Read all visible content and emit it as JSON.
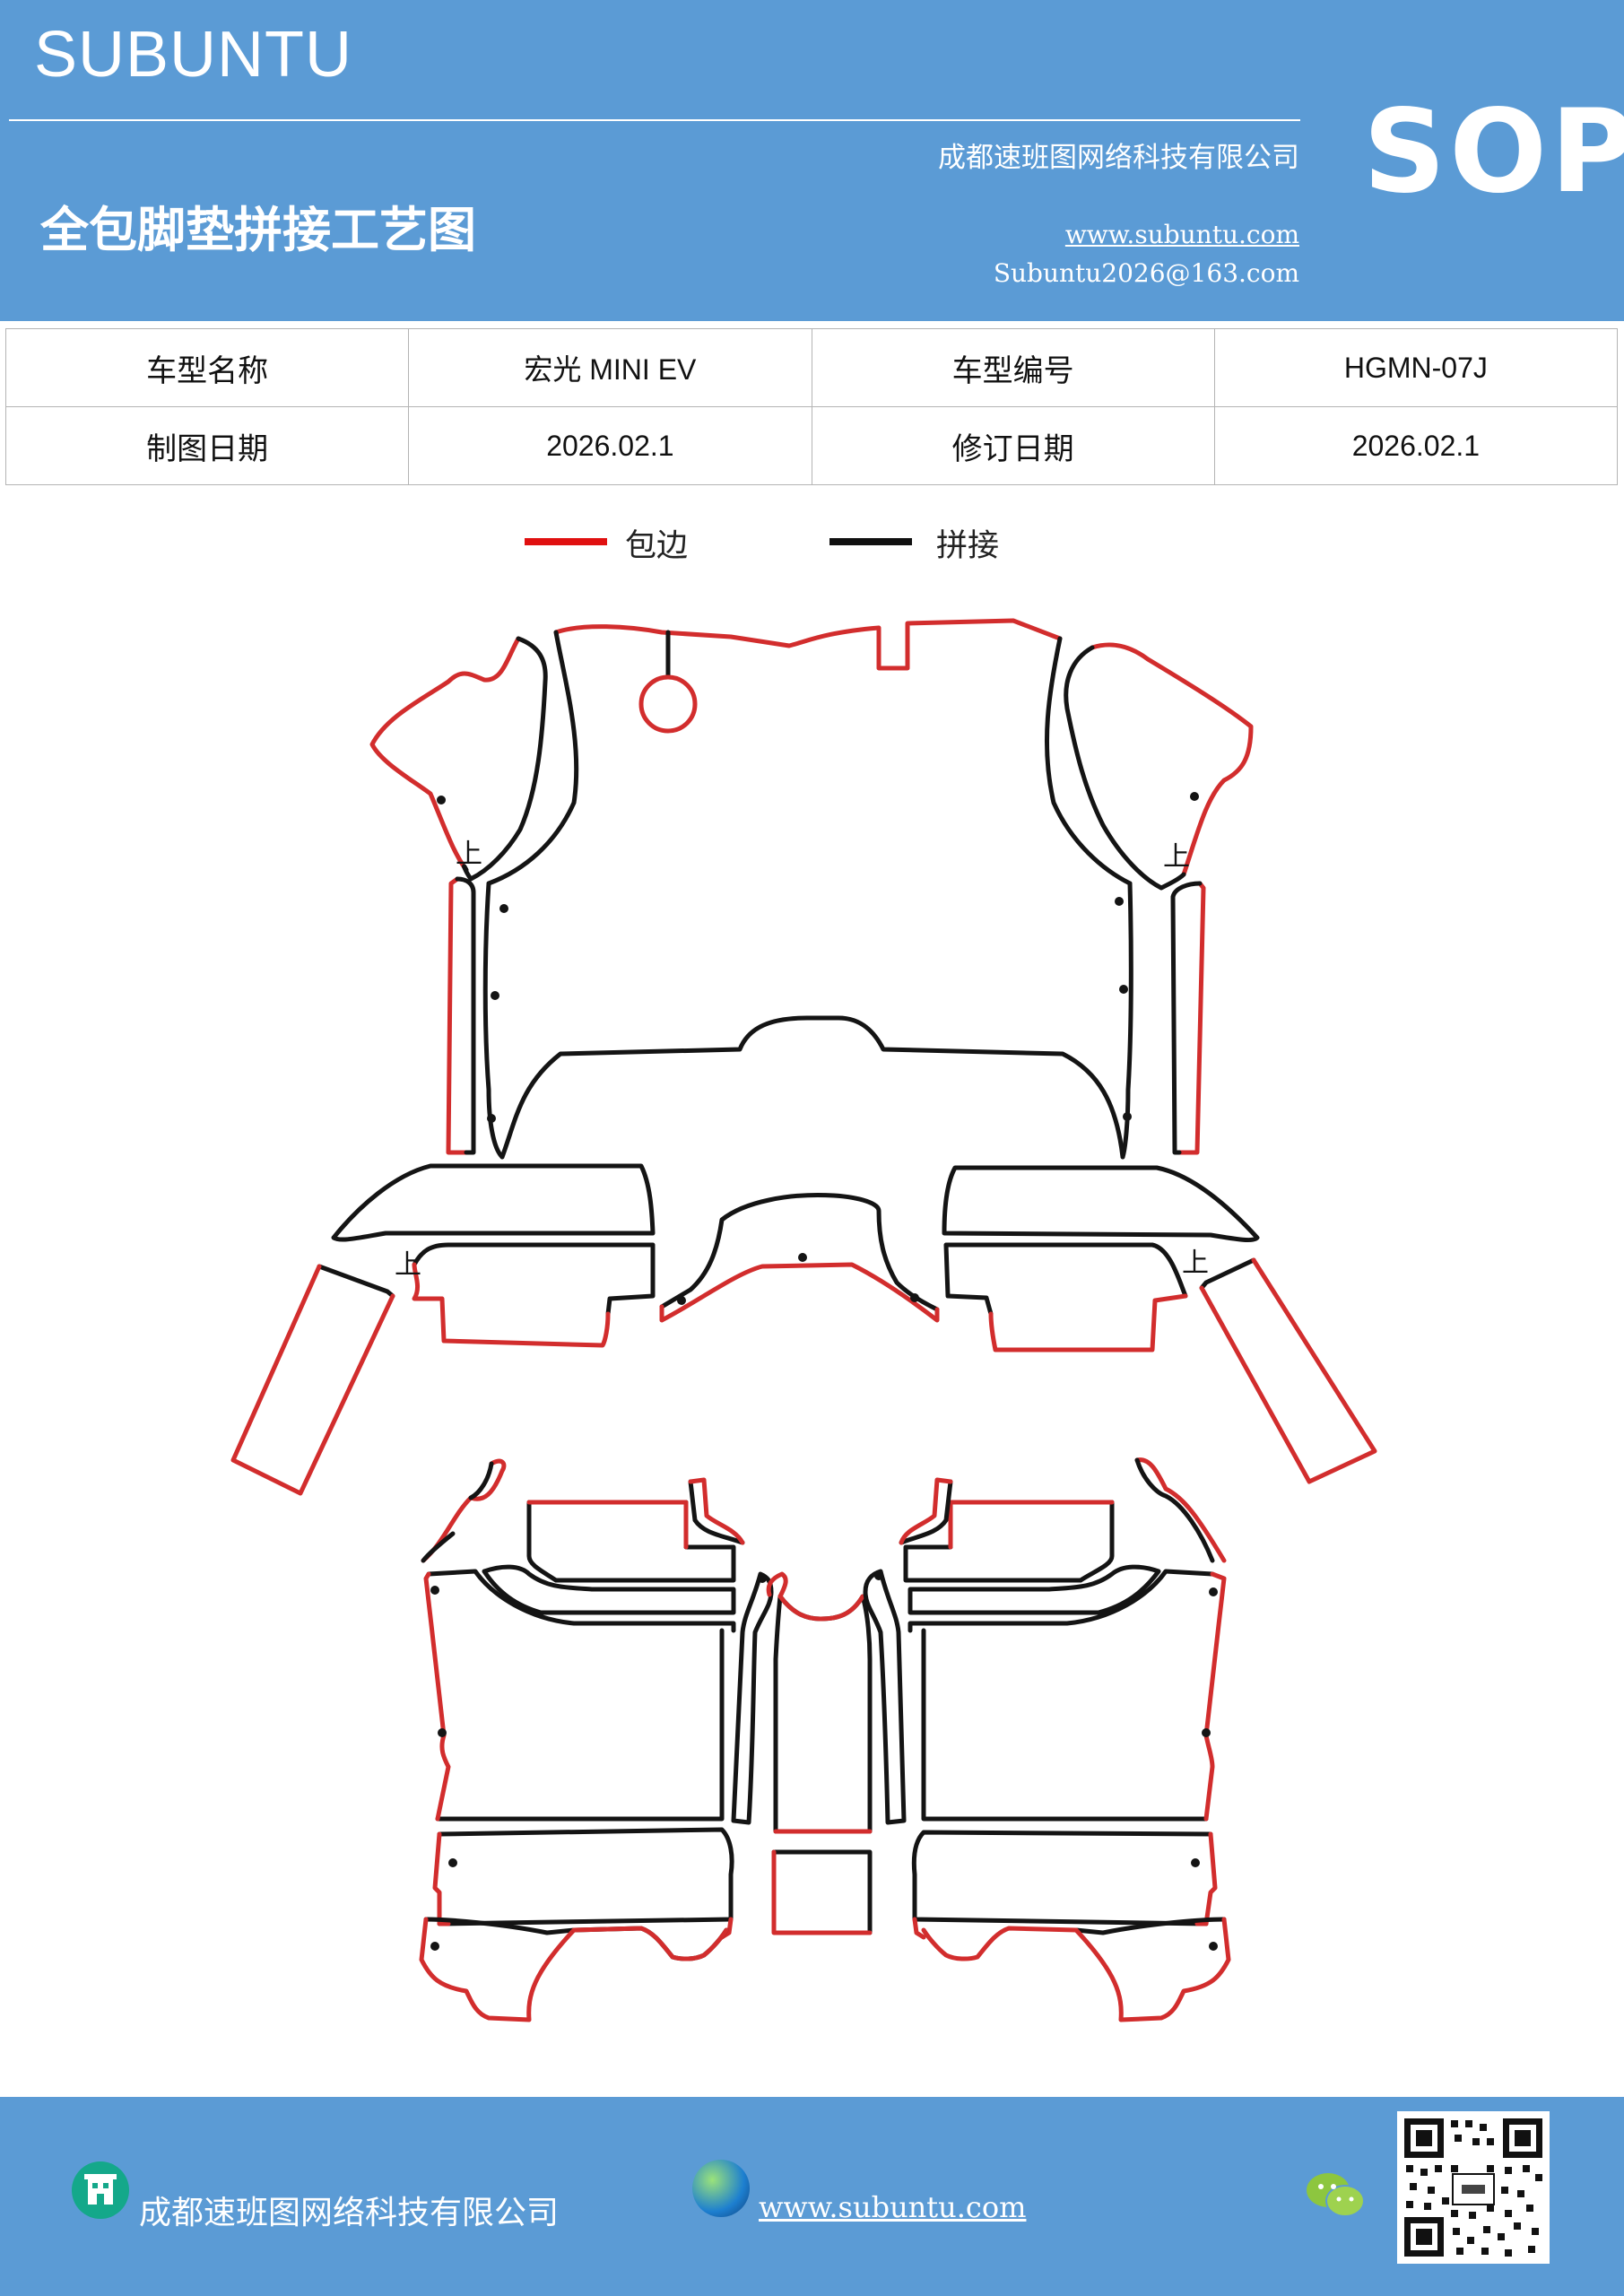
{
  "header": {
    "brand": "SUBUNTU",
    "company": "成都速班图网络科技有限公司",
    "badge": "SOP",
    "title": "全包脚垫拼接工艺图",
    "website": "www.subuntu.com",
    "email": "Subuntu2026@163.com"
  },
  "info_table": {
    "rows": [
      [
        "车型名称",
        "宏光 MINI  EV",
        "车型编号",
        "HGMN-07J"
      ],
      [
        "制图日期",
        "2026.02.1",
        "修订日期",
        "2026.02.1"
      ]
    ]
  },
  "legend": {
    "items": [
      {
        "label": "包边",
        "color": "#e01010"
      },
      {
        "label": "拼接",
        "color": "#101010"
      }
    ]
  },
  "diagram": {
    "up_marker": "上",
    "edge_color": "#d22d2d",
    "seam_color": "#141414"
  },
  "footer": {
    "company": "成都速班图网络科技有限公司",
    "website": "www.subuntu.com ",
    "icons": [
      "building-icon",
      "globe-icon",
      "wechat-icon",
      "qr-code"
    ],
    "background": "#5b9bd5"
  }
}
